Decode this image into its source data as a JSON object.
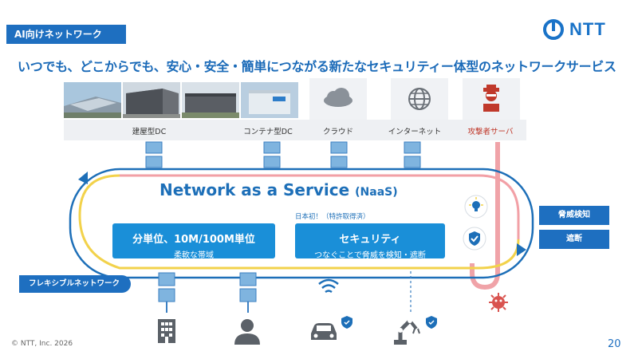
{
  "header": {
    "section_tag": "AI向けネットワーク",
    "logo_text": "NTT",
    "title": "いつでも、どこからでも、安心・安全・簡単につながる新たなセキュリティー体型のネットワークサービス"
  },
  "sites": [
    {
      "label": "建屋型DC",
      "icon": "data-center-photo"
    },
    {
      "label": "コンテナ型DC",
      "icon": "container-dc-photo"
    },
    {
      "label": "クラウド",
      "icon": "cloud-icon"
    },
    {
      "label": "インターネット",
      "icon": "globe-icon"
    },
    {
      "label": "攻撃者サーバ",
      "icon": "attacker-icon"
    }
  ],
  "naas": {
    "title": "Network as a Service",
    "subtitle": "(NaaS)"
  },
  "feature_bandwidth": {
    "heading": "分単位、10M/100M単位",
    "detail": "柔軟な帯域"
  },
  "feature_security": {
    "note": "日本初！（特許取得済）",
    "heading": "セキュリティ",
    "detail": "つなぐことで脅威を検知・遮断"
  },
  "side_actions": {
    "detect": "脅威検知",
    "block": "遮断"
  },
  "flexible_label": "フレキシブルネットワーク",
  "endpoints": [
    "building-icon",
    "person-icon",
    "car-icon",
    "robot-arm-icon"
  ],
  "footer": {
    "copyright": "© NTT, Inc. 2026",
    "page_number": "20"
  },
  "colors": {
    "brand_blue": "#1e6fc0",
    "box_blue": "#1a8fd8",
    "attack_red": "#d9534f",
    "ring_yellow": "#f2d24b"
  }
}
